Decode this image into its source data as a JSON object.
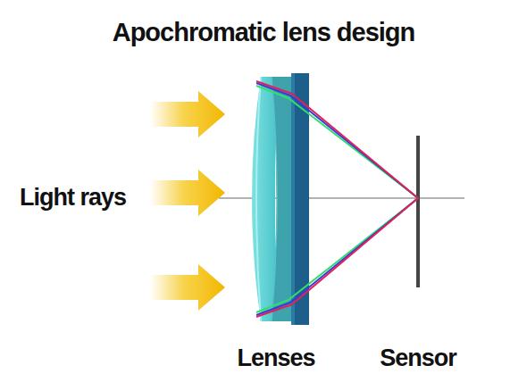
{
  "diagram": {
    "title": "Apochromatic lens design",
    "labels": [
      "Light rays",
      "Lenses",
      "Sensor"
    ]
  }
}
